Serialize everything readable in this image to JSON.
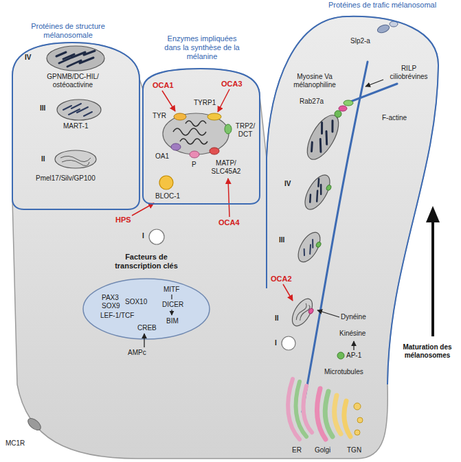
{
  "diagram": {
    "nodes": [
      {
        "text": [
          "Protéines de structure mélanosomale"
        ]
      },
      {
        "text": [
          "Enzymes impliquées dans la synthèse de la mélanine"
        ]
      },
      {
        "text": [
          "Protéines de trafic mélanosomal"
        ]
      },
      {
        "text": [
          "Facteurs de transcription clés",
          "PAX3",
          "SOX9",
          "SOX10",
          "LEF-1/TCF",
          "MITF",
          "DICER",
          "CREB",
          "BIM"
        ]
      }
    ],
    "labels": [
      "IV",
      "GPNMB/DC-HIL/ ostéoactivine",
      "III",
      "MART-1",
      "II",
      "Pmel17/Silv/GP100",
      "I",
      "OCA1",
      "OCA3",
      "TYR",
      "TYRP1",
      "TRP2/ DCT",
      "OA1",
      "P",
      "MATP/ SLC45A2",
      "BLOC-1",
      "HPS",
      "OCA4",
      "AMPc",
      "MC1R",
      "Slp2-a",
      "RILP ciliobrévines",
      "Myosine Va mélanophiline",
      "Rab27a",
      "F-actine",
      "IV",
      "III",
      "OCA2",
      "II",
      "I",
      "Dynéine",
      "Kinésine",
      "AP-1",
      "Microtubules",
      "ER",
      "Golgi",
      "TGN",
      "Maturation des mélanosomes"
    ]
  }
}
